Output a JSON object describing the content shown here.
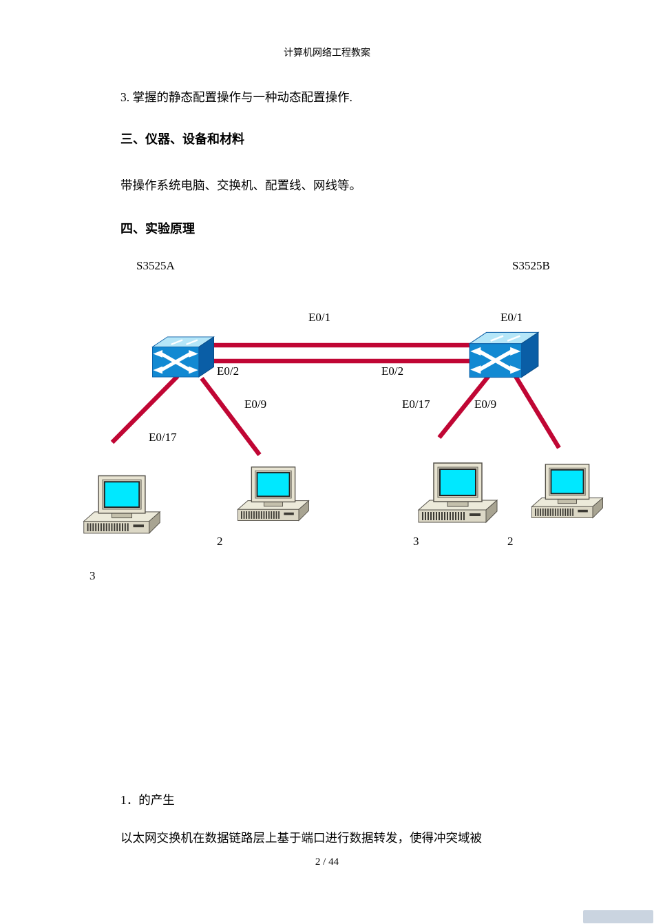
{
  "page": {
    "header_title": "计算机网络工程教案",
    "footer_text": "2 / 44"
  },
  "content": {
    "item3": "3. 掌握的静态配置操作与一种动态配置操作.",
    "section3_heading": "三、仪器、设备和材料",
    "section3_body": "带操作系统电脑、交换机、配置线、网线等。",
    "section4_heading": "四、实验原理",
    "item1": "1．的产生",
    "body_line": "以太网交换机在数据链路层上基于端口进行数据转发，使得冲突域被"
  },
  "diagram": {
    "switch_a_name": "S3525A",
    "switch_b_name": "S3525B",
    "ports": {
      "a_e01": "E0/1",
      "a_e02": "E0/2",
      "a_e09": "E0/9",
      "a_e017": "E0/17",
      "b_e01": "E0/1",
      "b_e02": "E0/2",
      "b_e09": "E0/9",
      "b_e017": "E0/17"
    },
    "host_counts": {
      "a_pc1": "3",
      "a_pc2": "2",
      "b_pc1": "3",
      "b_pc2": "2"
    },
    "colors": {
      "link": "#c00634",
      "switch_front": "#1289d2",
      "switch_top": "#b5e6f8",
      "switch_side": "#0a5ea6",
      "pc_body": "#e8e4d2",
      "pc_screen": "#00e8ff"
    }
  }
}
